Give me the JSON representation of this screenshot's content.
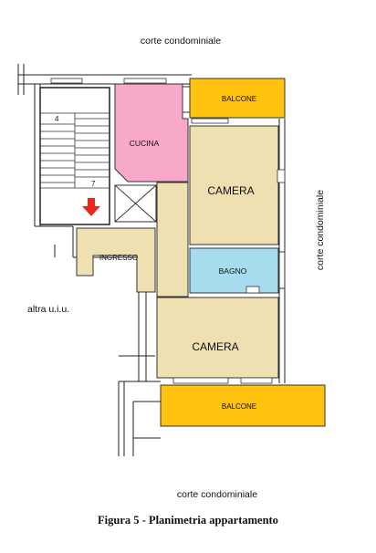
{
  "surroundings": {
    "top": "corte condominiale",
    "right": "corte condominiale",
    "bottom": "corte condominiale",
    "left": "altra u.i.u."
  },
  "rooms": {
    "balcone_top": "BALCONE",
    "cucina": "CUCINA",
    "camera_top": "CAMERA",
    "bagno": "BAGNO",
    "ingresso": "INGRESSO",
    "camera_bottom": "CAMERA",
    "balcone_bottom": "BALCONE"
  },
  "stair_numbers": {
    "left": "4",
    "right": "7"
  },
  "caption": "Figura 5 - Planimetria appartamento",
  "colors": {
    "balcone": "#ffc20e",
    "cucina": "#f8a8c8",
    "camera": "#eee0b1",
    "bagno": "#a6dcee",
    "ingresso": "#eee0b1",
    "corridor": "#eee0b1",
    "entrance_arrow": "#e8291e"
  },
  "entrance_marker": "arrow-down"
}
